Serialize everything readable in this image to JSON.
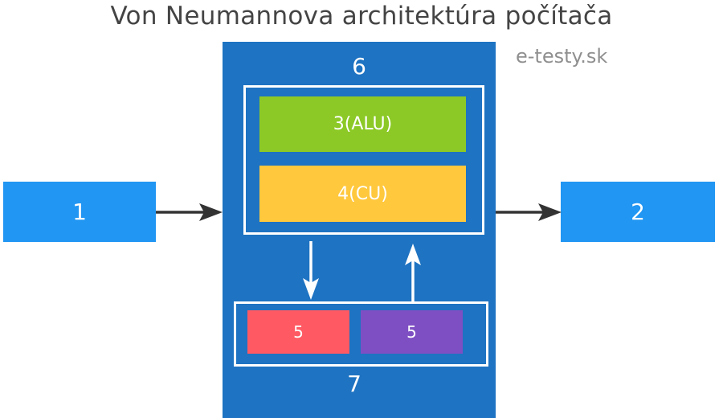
{
  "title": "Von Neumannova architektúra počítača",
  "watermark": "e-testy.sk",
  "blocks": {
    "input": "1",
    "output": "2",
    "alu": "3(ALU)",
    "cu": "4(CU)",
    "memory_a": "5",
    "memory_b": "5",
    "computer": "6",
    "memory_group": "7"
  },
  "colors": {
    "io_box": "#2196f3",
    "computer": "#1e73c2",
    "alu": "#8cc926",
    "cu": "#ffc83d",
    "memory_a": "#ff5a63",
    "memory_b": "#7e4fc3",
    "external_arrow": "#333333",
    "internal_arrow": "#ffffff"
  }
}
